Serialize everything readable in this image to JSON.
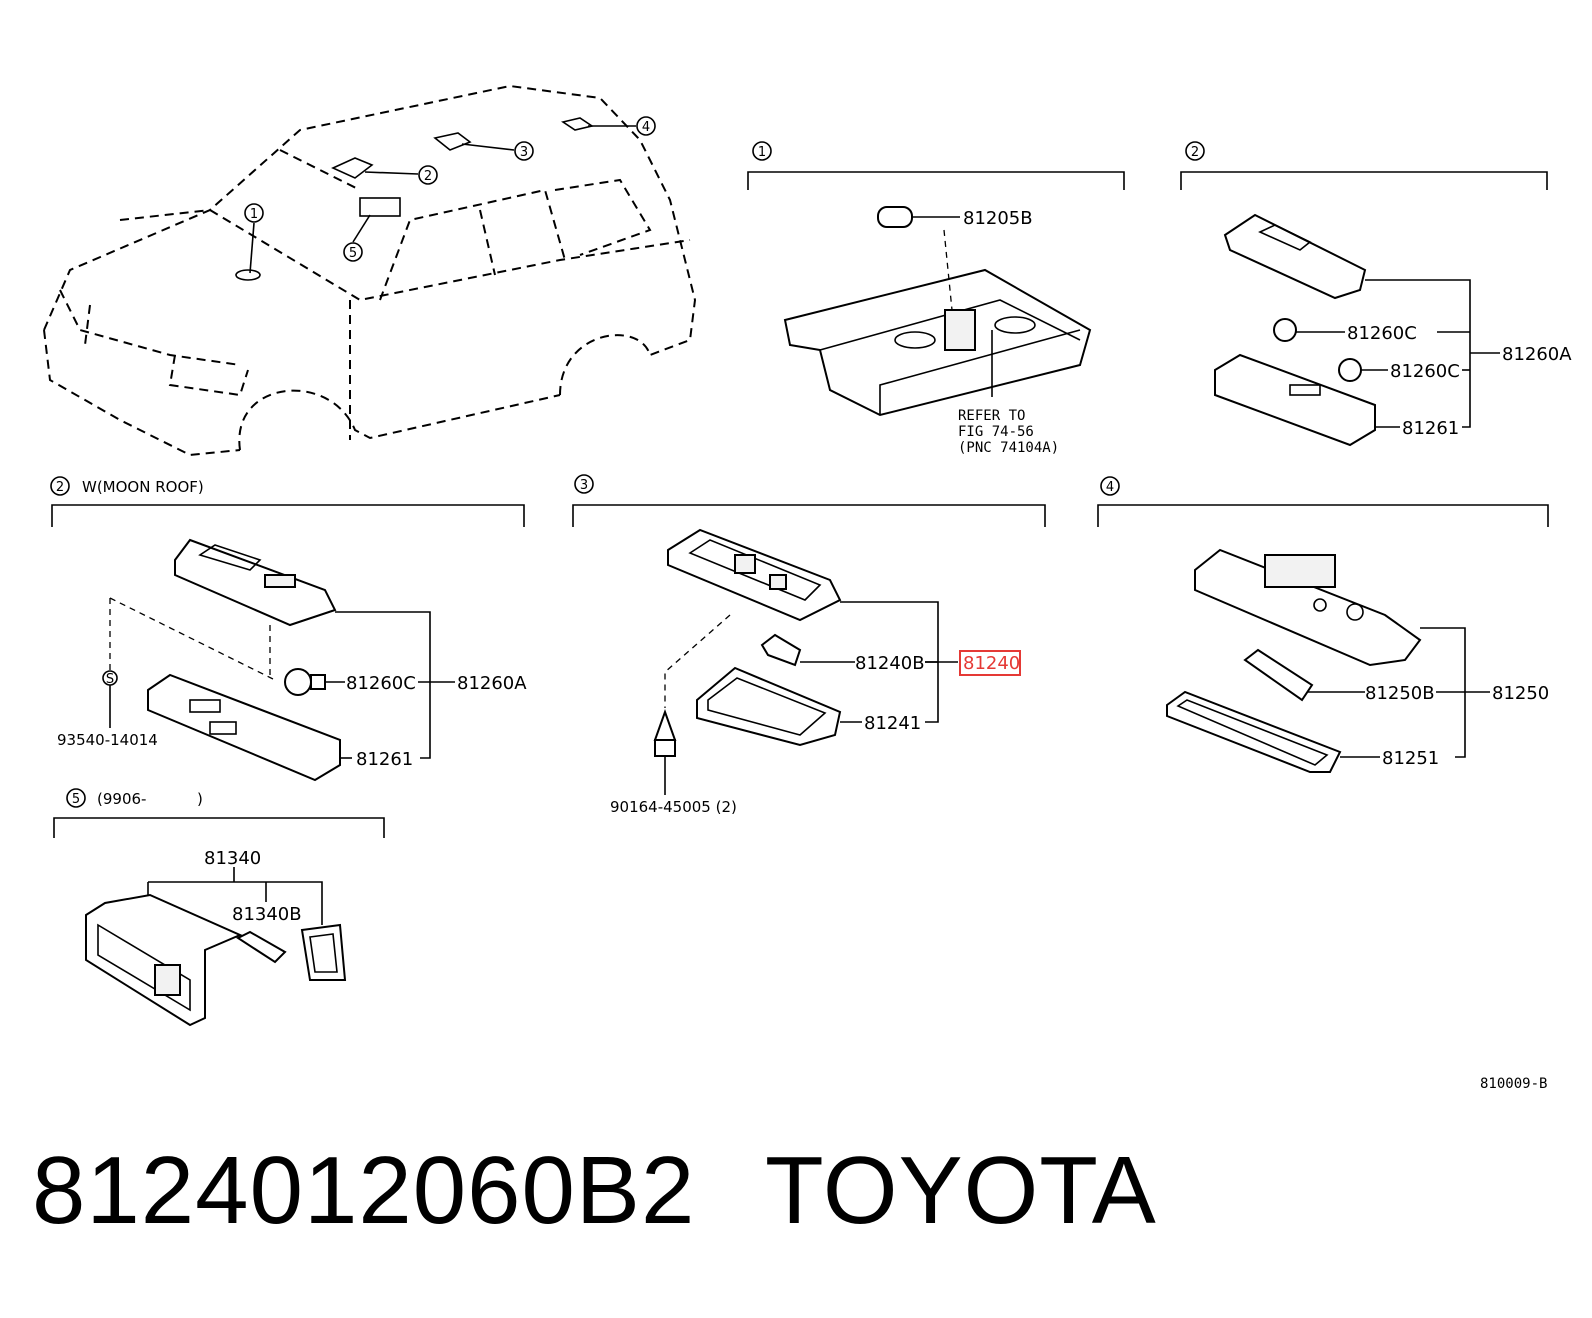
{
  "views": {
    "v1": {
      "marker": "1",
      "parts": {
        "bulb": "81205B"
      },
      "refer": [
        "REFER TO",
        "FIG 74-56",
        "(PNC 74104A)"
      ]
    },
    "v2": {
      "marker": "2",
      "parts": {
        "bulb_top": "81260C",
        "bulb_bottom": "81260C",
        "assembly": "81260A",
        "lens": "81261"
      }
    },
    "v2w": {
      "marker": "2",
      "title": "W(MOON ROOF)",
      "parts": {
        "bulb": "81260C",
        "assembly": "81260A",
        "lens": "81261",
        "screw": "93540-14014",
        "screw_symbol": "S"
      }
    },
    "v3": {
      "marker": "3",
      "parts": {
        "bulb": "81240B",
        "assembly": "81240",
        "lens": "81241",
        "screw": "90164-45005 (2)"
      }
    },
    "v4": {
      "marker": "4",
      "parts": {
        "bulb": "81250B",
        "assembly": "81250",
        "lens": "81251"
      }
    },
    "v5": {
      "marker": "5",
      "title": "(9906-",
      "title_close": ")",
      "parts": {
        "assembly": "81340",
        "bulb": "81340B"
      }
    }
  },
  "car_callouts": [
    "1",
    "2",
    "3",
    "4",
    "5"
  ],
  "figure_code": "810009-B",
  "caption": {
    "part_number": "8124012060B2",
    "brand": "TOYOTA"
  },
  "highlight_color": "#e53935"
}
